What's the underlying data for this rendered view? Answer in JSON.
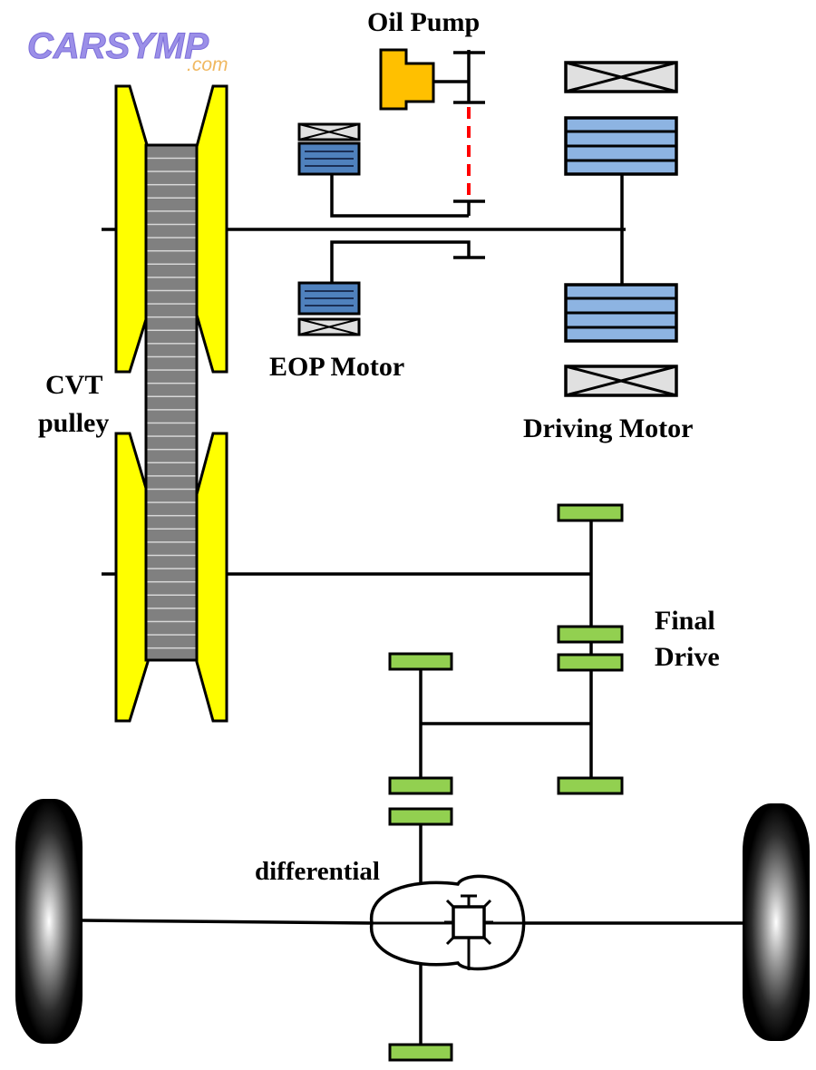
{
  "logo": {
    "main": "CARSYMP",
    "sub": ".com"
  },
  "labels": {
    "oil_pump": "Oil Pump",
    "eop_motor": "EOP Motor",
    "cvt_line1": "CVT",
    "cvt_line2": "pulley",
    "driving_motor": "Driving Motor",
    "final_line1": "Final",
    "final_line2": "Drive",
    "differential": "differential"
  },
  "colors": {
    "pulley": "#ffff00",
    "belt": "#808080",
    "oil_pump": "#ffc000",
    "motor_winding": "#8db4e2",
    "eop_winding": "#4f81bd",
    "stator_end": "#e0e0e0",
    "gear": "#92d050",
    "chain": "#ff0000",
    "logo": "#9b8fe8",
    "logo_sub": "#f0b860"
  }
}
